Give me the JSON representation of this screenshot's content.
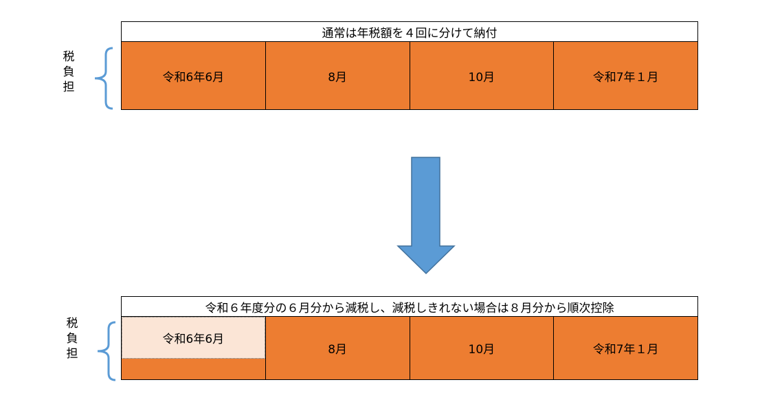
{
  "top": {
    "header": "通常は年税額を４回に分けて納付",
    "side_label": "税負担",
    "cells": [
      "令和6年6月",
      "8月",
      "10月",
      "令和7年１月"
    ]
  },
  "bottom": {
    "header": "令和６年度分の６月分から減税し、減税しきれない場合は８月分から順次控除",
    "side_label": "税負担",
    "cells": [
      "令和6年6月",
      "8月",
      "10月",
      "令和7年１月"
    ]
  },
  "colors": {
    "tax_payment": "#ed7d31",
    "reduced_portion": "#fbe5d6",
    "brace": "#5b9bd5",
    "arrow": "#5b9bd5"
  },
  "icons": {
    "brace": "left-curly-brace",
    "arrow": "down-arrow"
  }
}
